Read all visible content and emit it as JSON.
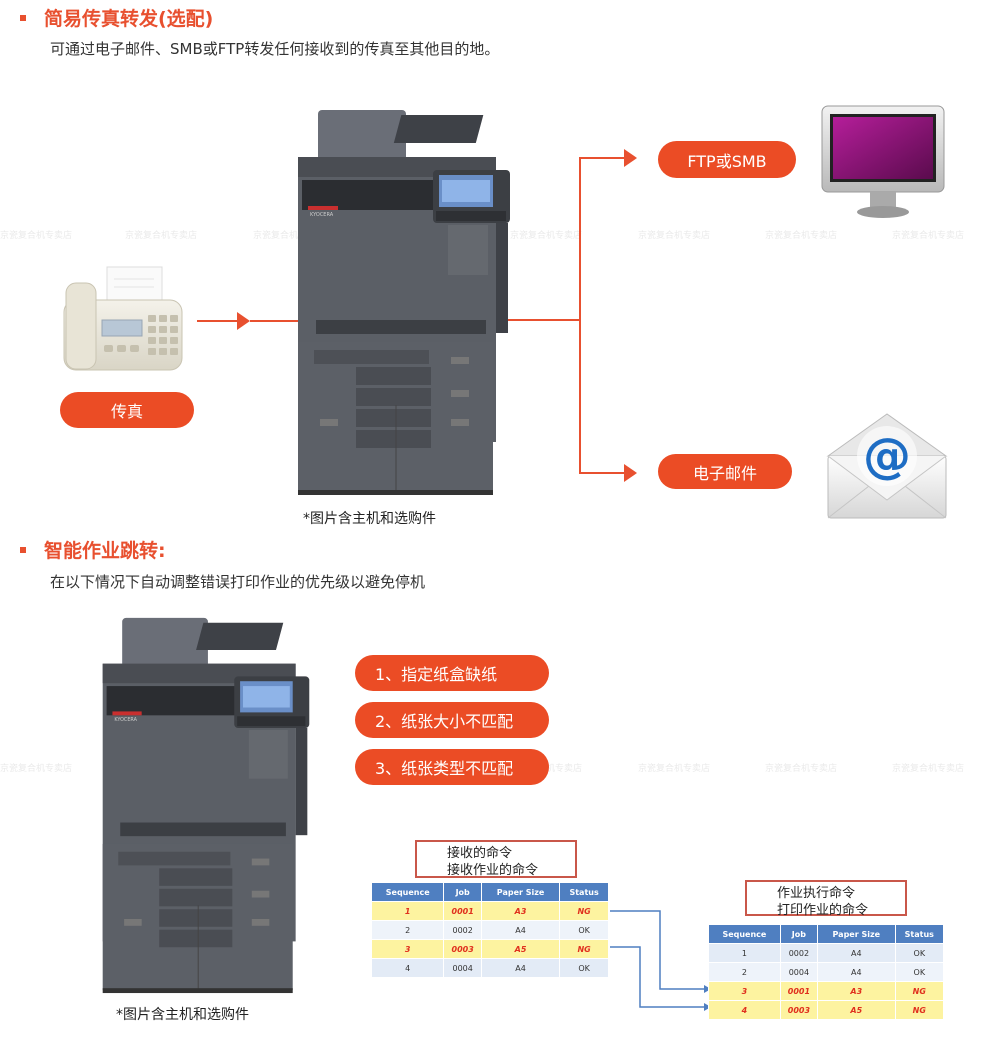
{
  "section1": {
    "title": "简易传真转发(选配)",
    "desc": "可通过电子邮件、SMB或FTP转发任何接收到的传真至其他目的地。",
    "fax_label": "传真",
    "ftp_label": "FTP或SMB",
    "email_label": "电子邮件",
    "caption": "*图片含主机和选购件",
    "printer_brand": "KYOCERA"
  },
  "section2": {
    "title": "智能作业跳转:",
    "desc": "在以下情况下自动调整错误打印作业的优先级以避免停机",
    "items": [
      "1、指定纸盒缺纸",
      "2、纸张大小不匹配",
      "3、纸张类型不匹配"
    ],
    "caption": "*图片含主机和选购件",
    "printer_brand": "KYOCERA",
    "received_box": {
      "line1": "接收的命令",
      "line2": "接收作业的命令"
    },
    "exec_box": {
      "line1": "作业执行命令",
      "line2": "打印作业的命令"
    },
    "table_headers": [
      "Sequence",
      "Job",
      "Paper Size",
      "Status"
    ],
    "table_before": [
      [
        "1",
        "0001",
        "A3",
        "NG"
      ],
      [
        "2",
        "0002",
        "A4",
        "OK"
      ],
      [
        "3",
        "0003",
        "A5",
        "NG"
      ],
      [
        "4",
        "0004",
        "A4",
        "OK"
      ]
    ],
    "table_after": [
      [
        "1",
        "0002",
        "A4",
        "OK"
      ],
      [
        "2",
        "0004",
        "A4",
        "OK"
      ],
      [
        "3",
        "0001",
        "A3",
        "NG"
      ],
      [
        "4",
        "0003",
        "A5",
        "NG"
      ]
    ]
  },
  "watermark": "京瓷复合机专卖店",
  "colors": {
    "accent": "#eb4c25",
    "table_header": "#4f7fc1",
    "ng_row": "#fdf3a0"
  }
}
